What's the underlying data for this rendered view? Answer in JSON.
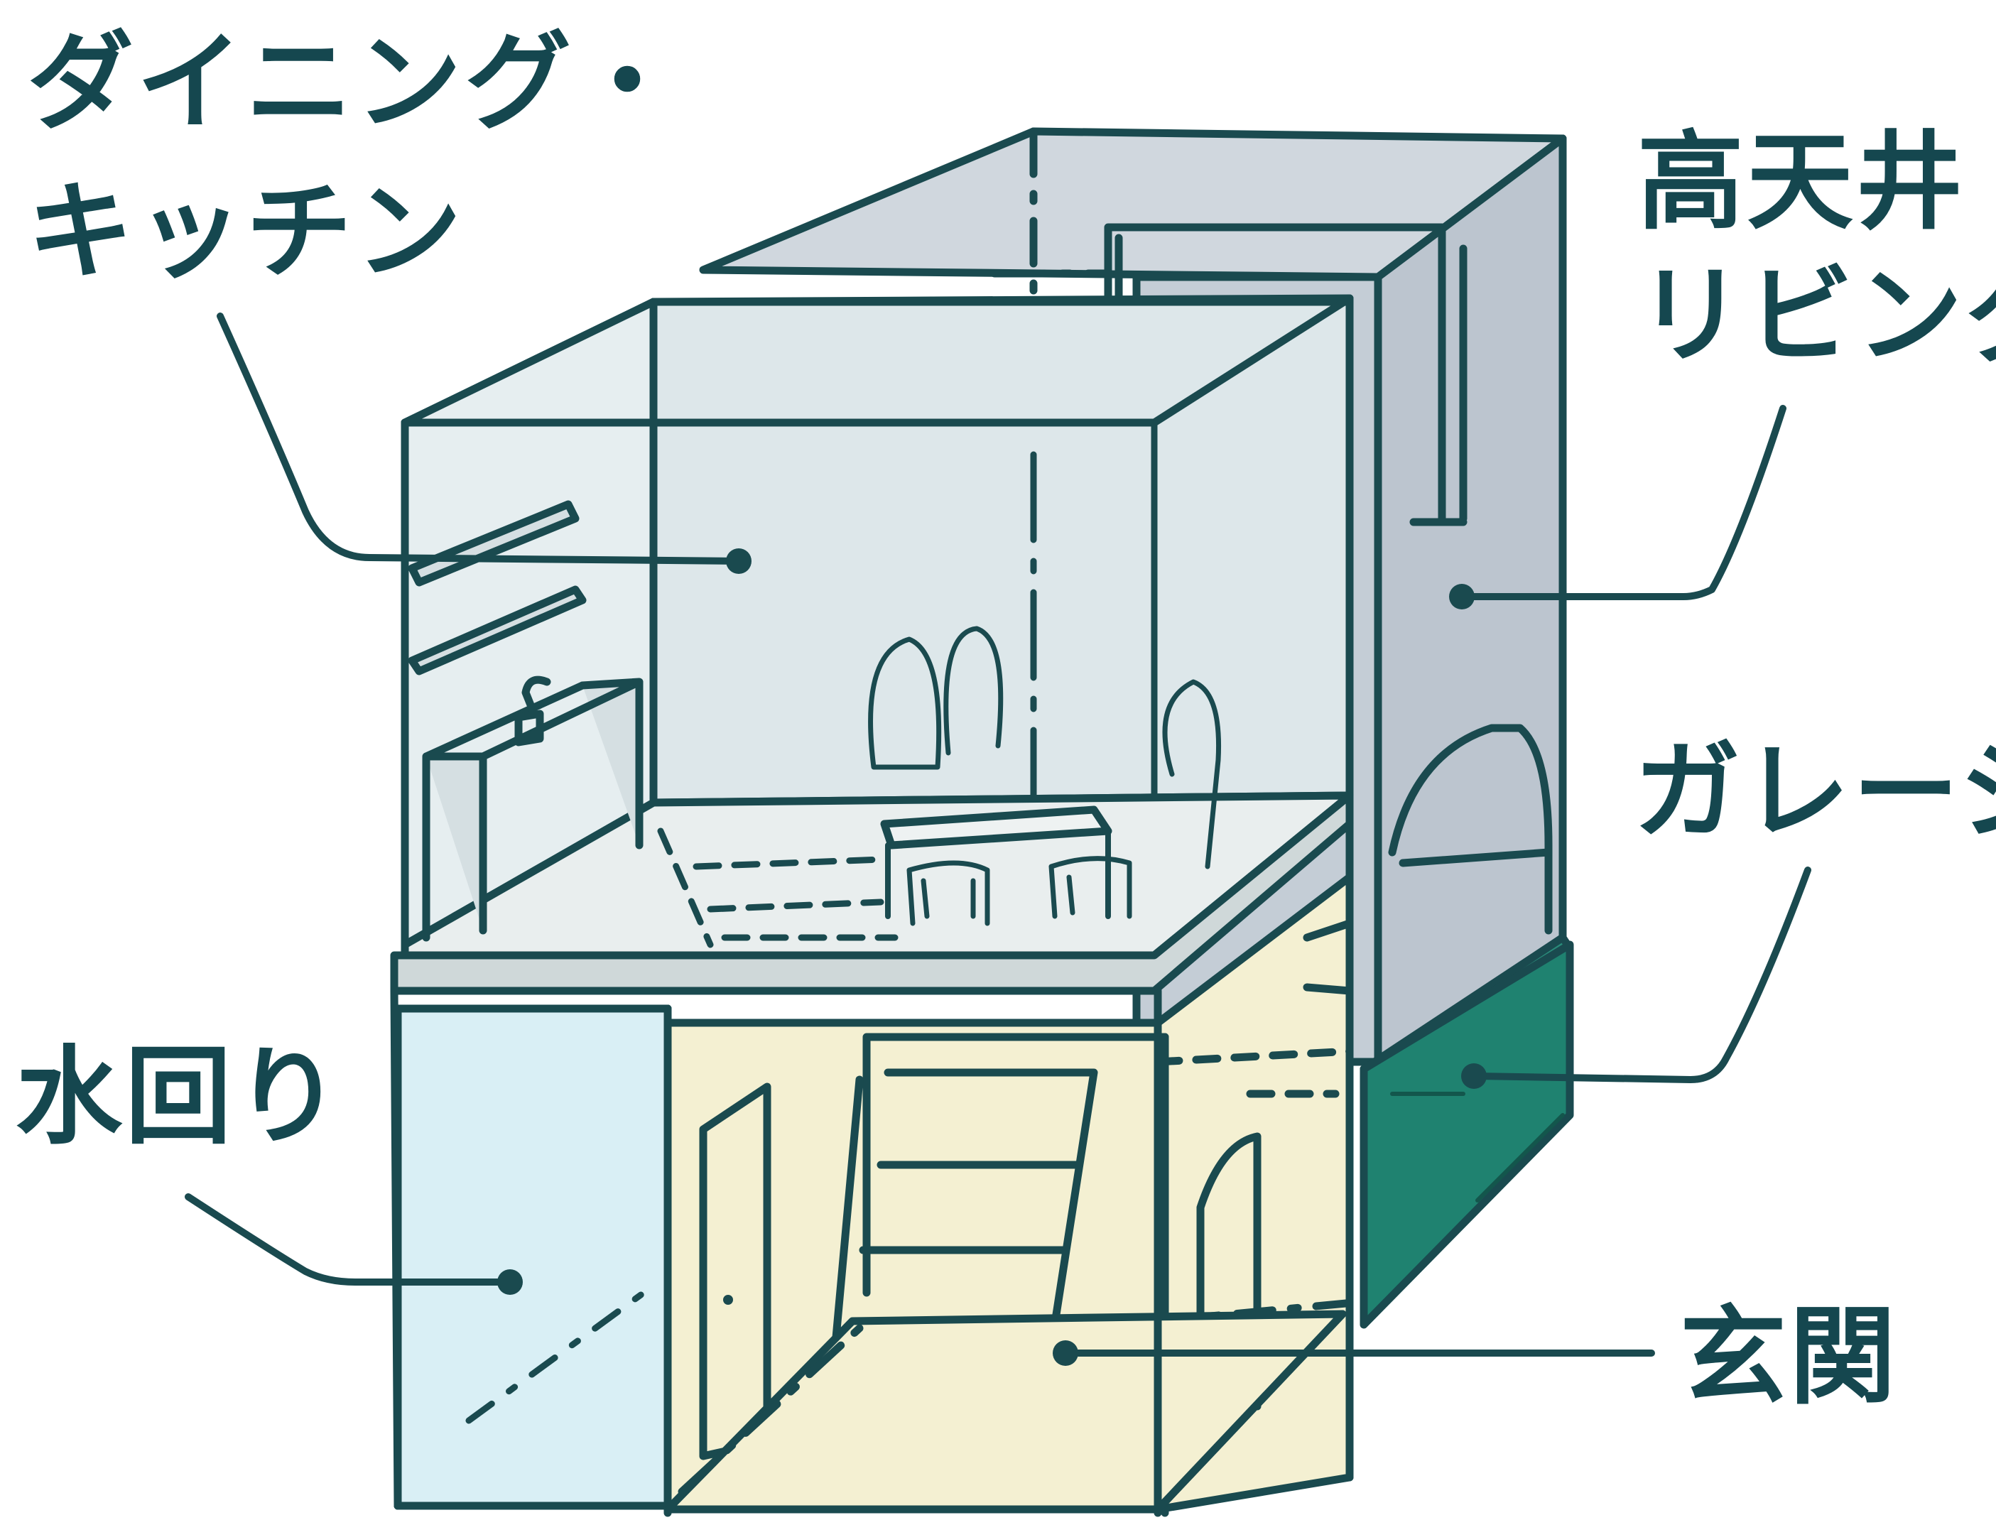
{
  "labels": {
    "dining_kitchen": [
      "ダイニング・",
      "キッチン"
    ],
    "high_ceiling_living": [
      "高天井",
      "リビング"
    ],
    "garage": "ガレージ",
    "water_area": "水回り",
    "entrance": "玄関"
  },
  "colors": {
    "outline": "#1a4a4f",
    "label_text": "#15474f",
    "living_fill": "#c4cdd6",
    "dining_fill": "#e3ecef",
    "water_fill": "#d9eff5",
    "entrance_fill": "#f4f0d2",
    "garage_fill": "#1f8270",
    "floor_fill": "#e9eeee",
    "background": "#ffffff"
  }
}
